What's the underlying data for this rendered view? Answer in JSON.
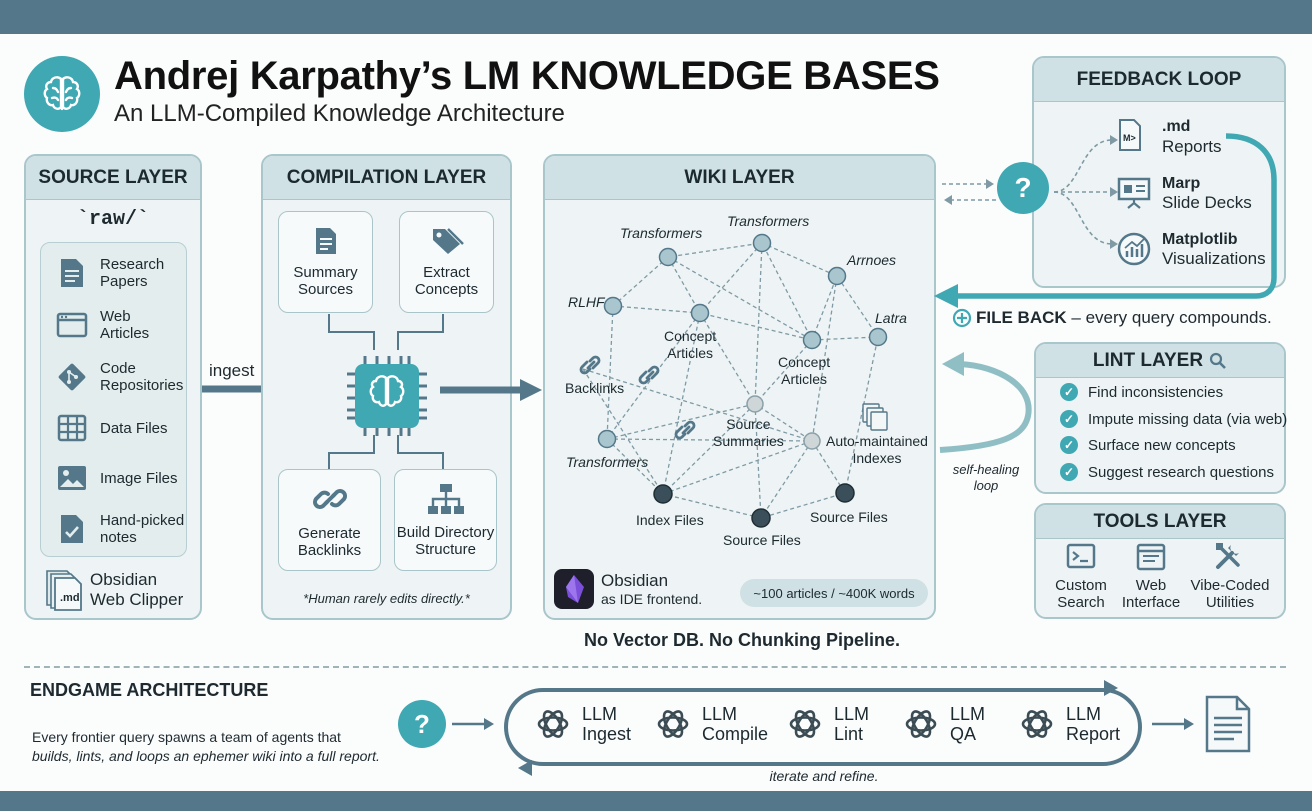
{
  "header": {
    "title": "Andrej Karpathy’s LM KNOWLEDGE BASES",
    "subtitle": "An LLM-Compiled Knowledge Architecture"
  },
  "source_layer": {
    "title": "SOURCE LAYER",
    "folder": "`raw/`",
    "items": [
      {
        "label": "Research\nPapers",
        "icon": "document-icon"
      },
      {
        "label": "Web\nArticles",
        "icon": "browser-icon"
      },
      {
        "label": "Code\nRepositories",
        "icon": "git-icon"
      },
      {
        "label": "Data Files",
        "icon": "table-icon"
      },
      {
        "label": "Image Files",
        "icon": "image-icon"
      },
      {
        "label": "Hand-picked\nnotes",
        "icon": "checked-doc-icon"
      }
    ],
    "clipper_label": "Obsidian\nWeb Clipper",
    "clipper_file": ".md"
  },
  "ingest_label": "ingest",
  "compilation_layer": {
    "title": "COMPILATION LAYER",
    "cards": {
      "summary": "Summary\nSources",
      "extract": "Extract\nConcepts",
      "backlinks": "Generate\nBacklinks",
      "directory": "Build Directory\nStructure"
    },
    "note": "*Human rarely edits directly.*"
  },
  "wiki_layer": {
    "title": "WIKI LAYER",
    "labels": {
      "transformers_top_left": "Transformers",
      "transformers_top": "Transformers",
      "arrnoes": "Arrnoes",
      "rlhf": "RLHF",
      "latra": "Latra",
      "concept_articles_1": "Concept\nArticles",
      "concept_articles_2": "Concept\nArticles",
      "backlinks": "Backlinks",
      "source_summaries": "Source\nSummaries",
      "auto_indexes": "Auto-maintained\nIndexes",
      "transformers_bottom": "Transformers",
      "index_files": "Index Files",
      "source_files_1": "Source Files",
      "source_files_2": "Source Files"
    },
    "obsidian_label": "Obsidian",
    "obsidian_sub": "as IDE frontend.",
    "stats": "~100 articles / ~400K words"
  },
  "no_vector": "No Vector DB. No Chunking Pipeline.",
  "feedback_loop": {
    "title": "FEEDBACK LOOP",
    "outputs": [
      {
        "head": ".md",
        "sub": "Reports",
        "icon": "markdown-icon"
      },
      {
        "head": "Marp",
        "sub": "Slide Decks",
        "icon": "slides-icon"
      },
      {
        "head": "Matplotlib",
        "sub": "Visualizations",
        "icon": "chart-icon"
      }
    ]
  },
  "file_back": {
    "bold": "FILE BACK",
    "rest": " – every query compounds."
  },
  "lint_layer": {
    "title": "LINT LAYER",
    "items": [
      "Find inconsistencies",
      "Impute missing data (via web)",
      "Surface new concepts",
      "Suggest research questions"
    ]
  },
  "self_healing": "self-healing\nloop",
  "tools_layer": {
    "title": "TOOLS LAYER",
    "items": [
      {
        "label": "Custom\nSearch",
        "icon": "terminal-icon"
      },
      {
        "label": "Web\nInterface",
        "icon": "browser-icon"
      },
      {
        "label": "Vibe-Coded\nUtilities",
        "icon": "tools-icon"
      }
    ]
  },
  "endgame": {
    "title": "ENDGAME ARCHITECTURE",
    "line1": "Every frontier query spawns a team of agents that",
    "line2": "builds, lints, and loops an ephemer wiki into a full report.",
    "llm_steps": [
      {
        "top": "LLM",
        "bottom": "Ingest"
      },
      {
        "top": "LLM",
        "bottom": "Compile"
      },
      {
        "top": "LLM",
        "bottom": "Lint"
      },
      {
        "top": "LLM",
        "bottom": "QA"
      },
      {
        "top": "LLM",
        "bottom": "Report"
      }
    ],
    "iterate": "iterate and refine."
  },
  "colors": {
    "accent": "#3fa8b3",
    "dark": "#54788a",
    "panel": "#eef4f5",
    "panel_head": "#cfe1e4"
  }
}
